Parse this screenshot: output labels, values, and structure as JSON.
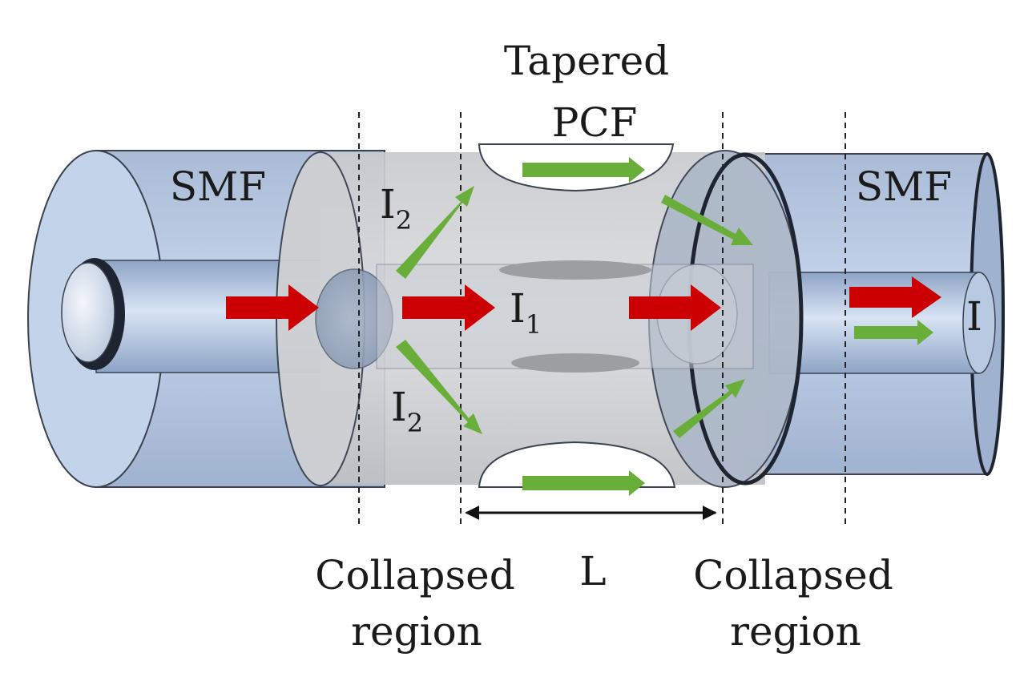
{
  "labels": {
    "title_line1": "Tapered",
    "title_line2": "PCF",
    "smf_left": "SMF",
    "smf_right": "SMF",
    "i2_upper_main": "I",
    "i2_upper_sub": "2",
    "i2_lower_main": "I",
    "i2_lower_sub": "2",
    "i1_main": "I",
    "i1_sub": "1",
    "output": "I",
    "length": "L",
    "collapsed_left_line1": "Collapsed",
    "collapsed_left_line2": "region",
    "collapsed_right_line1": "Collapsed",
    "collapsed_right_line2": "region"
  },
  "colors": {
    "cladding_blue": "#c3d3ea",
    "core_blue": "#cfdcef",
    "collapsed_gray": "#d2d3d6",
    "outline": "#333a44",
    "red_arrow": "#cc0000",
    "green_arrow": "#6aae3a"
  }
}
